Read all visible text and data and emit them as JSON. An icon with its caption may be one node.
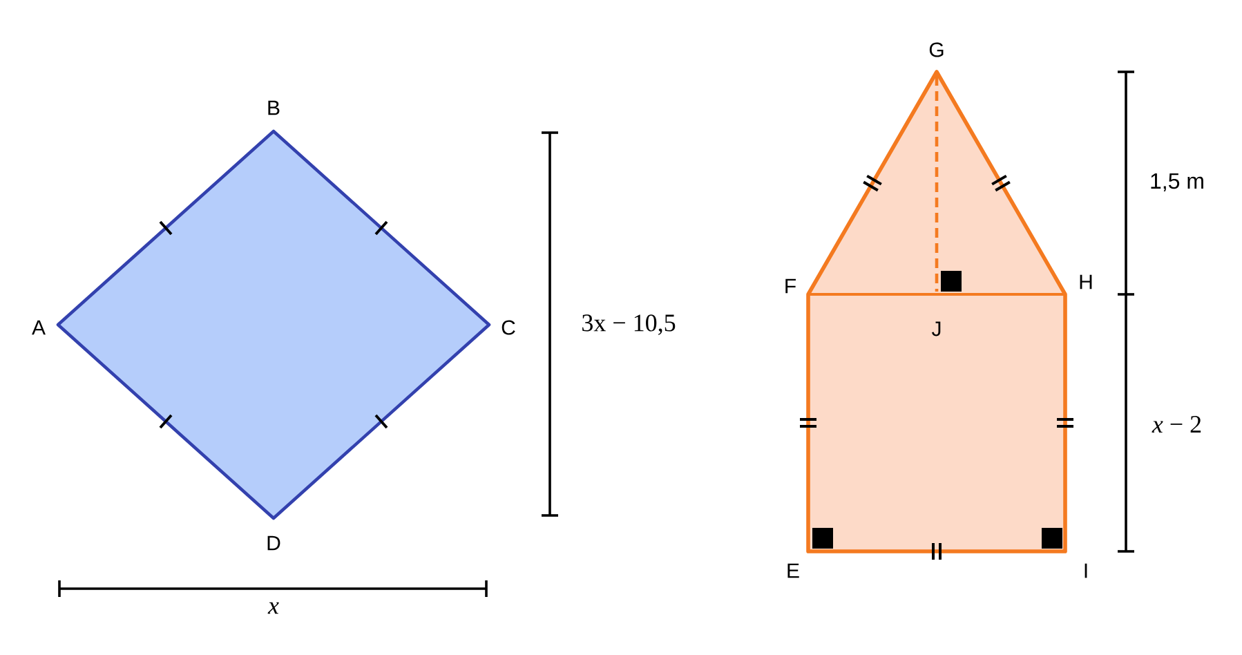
{
  "diagram": {
    "labels": [
      "B",
      "A",
      "C",
      "D",
      "3x − 10,5",
      "*x*",
      "G",
      "1,5 m",
      "F",
      "H",
      "J",
      "*x* − 2",
      "E",
      "I"
    ]
  }
}
